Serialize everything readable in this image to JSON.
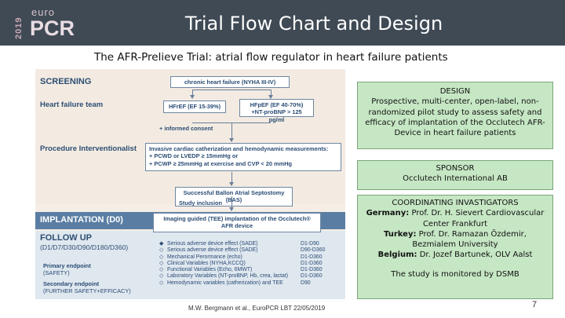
{
  "header": {
    "logo_year": "2019",
    "logo_euro": "euro",
    "logo_pcr": "PCR",
    "title": "Trial Flow Chart and Design"
  },
  "subtitle": "The AFR-Prelieve Trial: atrial flow regulator in heart failure patients",
  "flowchart": {
    "screening_label": "SCREENING",
    "hf_team_label": "Heart failure team",
    "proc_label": "Procedure Interventionalist",
    "implant_label": "IMPLANTATION (D0)",
    "followup_label": "FOLLOW UP",
    "followup_days": "(D1/D7/D30/D90/D180/D360)",
    "box_chf": "chronic heart failure (NYHA III-IV)",
    "box_hfref": "HFrEF (EF 15-39%)",
    "box_hfpef_1": "HFpEF (EF 40-70%)",
    "box_hfpef_2": "+NT-proBNP > 125 pg/ml",
    "box_consent": "+ informed consent",
    "box_cath_1": "Invasive  cardiac catherization and hemodynamic measurements:",
    "box_cath_2": "+ PCWD or LVEDP ≥ 15mmHg or",
    "box_cath_3": "+ PCWP  ≥ 25mmHg at exercise and CVP < 20 mmHg",
    "box_bas": "Successful Ballon Atrial Septostomy (BAS)",
    "study_inclusion": "Study inclusion",
    "box_tee": "Imaging guided (TEE) implantation of the Occlutech® AFR device",
    "primary_endpoint": "Primary endpoint",
    "primary_sub": "(SAFETY)",
    "secondary_endpoint": "Secondary endpoint",
    "secondary_sub": "(FURTHER SAFETY+EFFICACY)",
    "followup_items": [
      {
        "marker": "◆",
        "name": "Serious adverse device effect (SADE)",
        "days": "D1-D90"
      },
      {
        "marker": "◇",
        "name": "Serious adverse device effect (SADE)",
        "days": "D90-D360"
      },
      {
        "marker": "◇",
        "name": "Mechanical Perormance (echo)",
        "days": "D1-D360"
      },
      {
        "marker": "◇",
        "name": "Clinical Variables (NYHA,KCCQ)",
        "days": "D1-D360"
      },
      {
        "marker": "◇",
        "name": "Functional Variables (Echo, 6MWT)",
        "days": "D1-D360"
      },
      {
        "marker": "◇",
        "name": "Laboratory Variables (NT-proBNP, Hb, crea, lactat)",
        "days": "D1-D360"
      },
      {
        "marker": "◇",
        "name": "Hemodynamic variables (catherization) and TEE",
        "days": "D90"
      }
    ]
  },
  "design": {
    "heading": "DESIGN",
    "text": "Prospective, multi-center, open-label, non-randomized pilot study to assess safety and efficacy of implantation of the Occlutech AFR-Device in heart failure patients"
  },
  "sponsor": {
    "heading": "SPONSOR",
    "text": "Occlutech International AB"
  },
  "coordinating": {
    "heading": "COORDINATING INVASTIGATORS",
    "germany_label": "Germany:",
    "germany_text": "Prof. Dr. H. Sievert Cardiovascular Center Frankfurt",
    "turkey_label": "Turkey:",
    "turkey_text": "Prof. Dr. Ramazan Özdemir, Bezmialem University",
    "belgium_label": "Belgium:",
    "belgium_text": "Dr. Jozef Bartunek, OLV Aalst",
    "monitor_text": "The study is monitored by DSMB"
  },
  "footer": {
    "citation": "M.W. Bergmann et al., EuroPCR LBT 22/05/2019",
    "page_number": "7"
  },
  "colors": {
    "header_bg": "#3f4a55",
    "info_box_bg": "#c6e7c4",
    "flow_text": "#2b4d75",
    "implant_band": "#5a7ea3"
  }
}
